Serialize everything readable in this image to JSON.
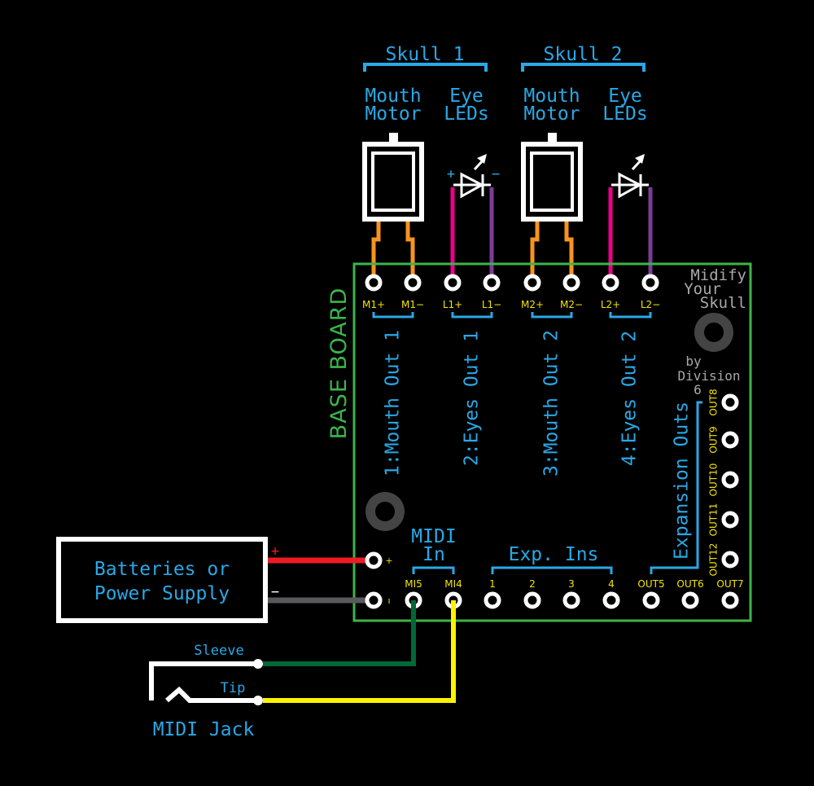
{
  "skull1": {
    "title": "Skull 1",
    "mouth": [
      "Mouth",
      "Motor"
    ],
    "eyes": [
      "Eye",
      "LEDs"
    ]
  },
  "skull2": {
    "title": "Skull 2",
    "mouth": [
      "Mouth",
      "Motor"
    ],
    "eyes": [
      "Eye",
      "LEDs"
    ]
  },
  "led_polarity": {
    "plus": "+",
    "minus": "−"
  },
  "board": {
    "label": "BASE BOARD",
    "brand": [
      "Midify",
      "Your",
      "Skull"
    ],
    "byline": [
      "by",
      "Division",
      "6"
    ],
    "top_pins": [
      "M1+",
      "M1−",
      "L1+",
      "L1−",
      "M2+",
      "M2−",
      "L2+",
      "L2−"
    ],
    "outputs": [
      "1:Mouth Out 1",
      "2:Eyes Out 1",
      "3:Mouth Out 2",
      "4:Eyes Out 2"
    ],
    "expansion_title": "Expansion Outs",
    "expansion_pins": [
      "OUT8",
      "OUT9",
      "OUT10",
      "OUT11",
      "OUT12"
    ],
    "midi_in": [
      "MIDI",
      "In"
    ],
    "exp_ins": "Exp. Ins",
    "bottom_pins": [
      "MI5",
      "MI4",
      "1",
      "2",
      "3",
      "4",
      "OUT5",
      "OUT6",
      "OUT7"
    ],
    "power_plus": "+",
    "power_minus": "ı"
  },
  "power": {
    "lines": [
      "Batteries or",
      "Power Supply"
    ],
    "plus": "+",
    "minus": "−"
  },
  "midi_jack": {
    "label": "MIDI Jack",
    "sleeve": "Sleeve",
    "tip": "Tip"
  },
  "colors": {
    "board_outline": "#3bb54a",
    "label_blue": "#29a8e6",
    "pin_yellow": "#f5e400",
    "motor_wire": "#f7941d",
    "led_plus_wire": "#ec008c",
    "led_minus_wire": "#7d3c98",
    "red_wire": "#ed1c24",
    "grey_wire": "#58595b",
    "sleeve_wire": "#006837",
    "tip_wire": "#fff200"
  }
}
